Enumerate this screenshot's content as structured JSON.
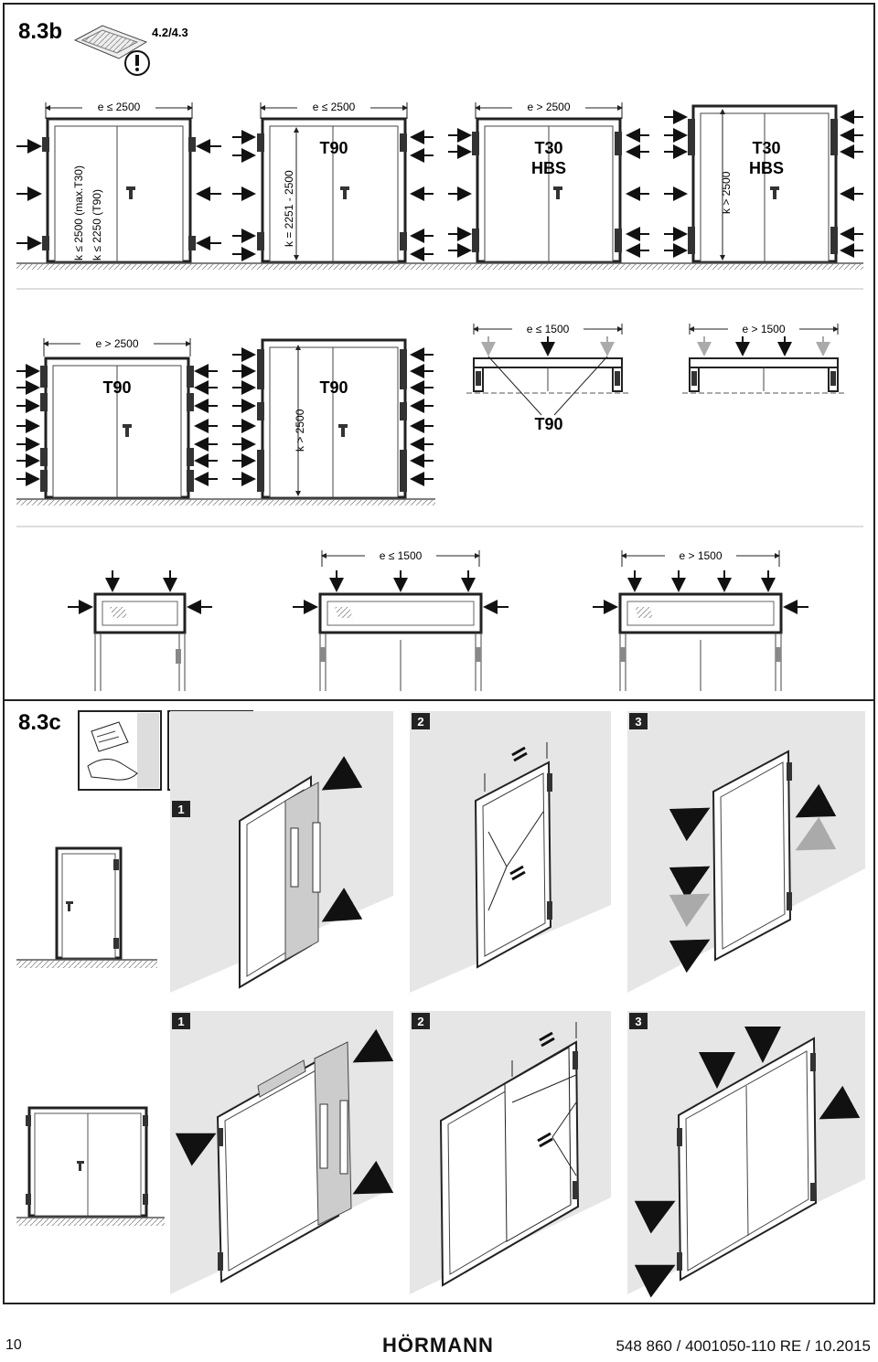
{
  "section_b": {
    "label": "8.3b",
    "reference": "4.2/4.3",
    "warning_icon": "exclamation-circle-icon",
    "row1": {
      "door1": {
        "width": "e ≤ 2500",
        "height_max": "k ≤ 2500 (max.T30)",
        "height_t90": "k ≤ 2250 (T90)"
      },
      "door2": {
        "width": "e ≤ 2500",
        "height": "k = 2251 - 2500",
        "rating": "T90"
      },
      "door3": {
        "width": "e > 2500",
        "rating_line1": "T30",
        "rating_line2": "HBS"
      },
      "door4": {
        "height": "k > 2500",
        "rating_line1": "T30",
        "rating_line2": "HBS"
      }
    },
    "row2": {
      "door1": {
        "width": "e > 2500",
        "rating": "T90"
      },
      "door2": {
        "height": "k > 2500",
        "rating": "T90"
      },
      "frame1": {
        "width": "e ≤ 1500"
      },
      "frame2": {
        "width": "e > 1500"
      },
      "callout": "T90"
    },
    "row3": {
      "transom2": {
        "width": "e ≤ 1500"
      },
      "transom3": {
        "width": "e > 1500"
      }
    }
  },
  "section_c": {
    "label": "8.3c",
    "steps_single": [
      "1",
      "2",
      "3"
    ],
    "steps_double": [
      "1",
      "2",
      "3"
    ]
  },
  "footer": {
    "page_number": "10",
    "brand": "HÖRMANN",
    "doc_code": "548 860 / 4001050-110 RE / 10.2015"
  }
}
